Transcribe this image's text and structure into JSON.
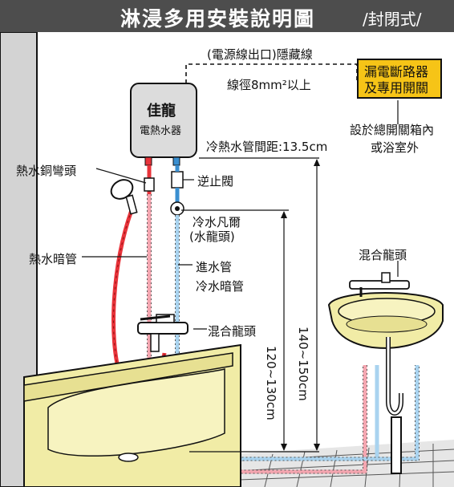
{
  "header": {
    "title": "淋浸多用安裝說明圖",
    "subtitle": "/封閉式/"
  },
  "heater": {
    "brand": "佳龍",
    "product": "電熱水器"
  },
  "labels": {
    "cable_outlet": "(電源線出口)隱藏線",
    "wire_gauge": "線徑8mm²以上",
    "breaker_line1": "漏電斷路器",
    "breaker_line2": "及專用開關",
    "breaker_note_line1": "設於總開關箱內",
    "breaker_note_line2": "或浴室外",
    "pipe_spacing": "冷熱水管間距:13.5cm",
    "check_valve": "逆止閥",
    "hot_elbow": "熱水銅彎頭",
    "cold_valve_line1": "冷水凡爾",
    "cold_valve_line2": "(水龍頭)",
    "sink_faucet": "混合龍頭",
    "hot_pipe": "熱水暗管",
    "inlet_pipe": "進水管",
    "cold_pipe": "冷水暗管",
    "mixer_faucet": "混合龍頭",
    "dim_valve_height": "120~130cm",
    "dim_heater_height": "140~150cm"
  },
  "colors": {
    "header_bg": "#4d4d4d",
    "hot_pipe": "#e8333a",
    "hot_pipe_concealed": "#f4a6b0",
    "cold_pipe": "#3a8fd0",
    "cold_pipe_concealed": "#a9d3ef",
    "breaker_box": "#f6c417",
    "tub": "#f1eca6",
    "wall": "#d3d3d3",
    "floor": "#e6e6e6"
  }
}
